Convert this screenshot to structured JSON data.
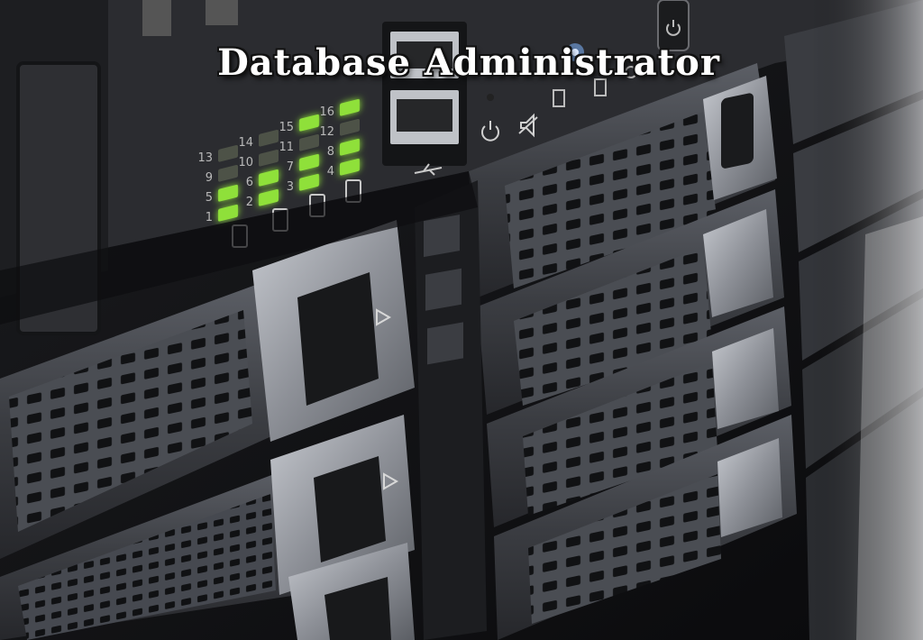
{
  "title": "Database Administrator",
  "led_numbers": [
    "1",
    "2",
    "3",
    "4",
    "5",
    "6",
    "7",
    "8",
    "9",
    "10",
    "11",
    "12",
    "13",
    "14",
    "15",
    "16"
  ],
  "colors": {
    "led_on": "#8fe03a",
    "led_off": "#4d5247",
    "chassis": "#2c2d30",
    "drive_tray": "#4a4c52",
    "title_text": "#ffffff",
    "status_blue": "#7fb6ff"
  },
  "icons": [
    "usb-icon",
    "power-icon",
    "mute-icon",
    "drive-bay-icon"
  ]
}
